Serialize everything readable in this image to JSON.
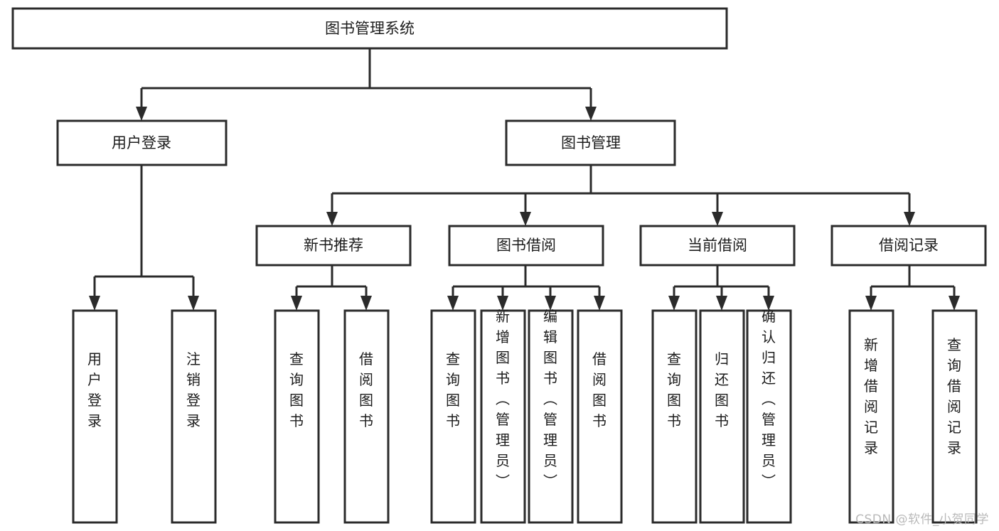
{
  "diagram": {
    "type": "tree-hierarchy",
    "title": "图书管理系统",
    "watermark": "CSDN @软件_小贺同学",
    "colors": {
      "box_stroke": "#2b2b2b",
      "box_fill": "#ffffff",
      "connector": "#2b2b2b",
      "text": "#1c1c1c",
      "watermark": "#b9b9b9",
      "background": "#ffffff"
    },
    "levels": {
      "root": {
        "label": "图书管理系统"
      },
      "level2": [
        {
          "label": "用户登录"
        },
        {
          "label": "图书管理"
        }
      ],
      "level3": [
        {
          "label": "新书推荐"
        },
        {
          "label": "图书借阅"
        },
        {
          "label": "当前借阅"
        },
        {
          "label": "借阅记录"
        }
      ],
      "leaves": {
        "user_login": [
          {
            "label": "用户登录"
          },
          {
            "label": "注销登录"
          }
        ],
        "new_book_recommend": [
          {
            "label": "查询图书"
          },
          {
            "label": "借阅图书"
          }
        ],
        "book_borrow": [
          {
            "label": "查询图书"
          },
          {
            "label": "新增图书（管理员）"
          },
          {
            "label": "编辑图书（管理员）"
          },
          {
            "label": "借阅图书"
          }
        ],
        "current_borrow": [
          {
            "label": "查询图书"
          },
          {
            "label": "归还图书"
          },
          {
            "label": "确认归还（管理员）"
          }
        ],
        "borrow_record": [
          {
            "label": "新增借阅记录"
          },
          {
            "label": "查询借阅记录"
          }
        ]
      }
    }
  }
}
